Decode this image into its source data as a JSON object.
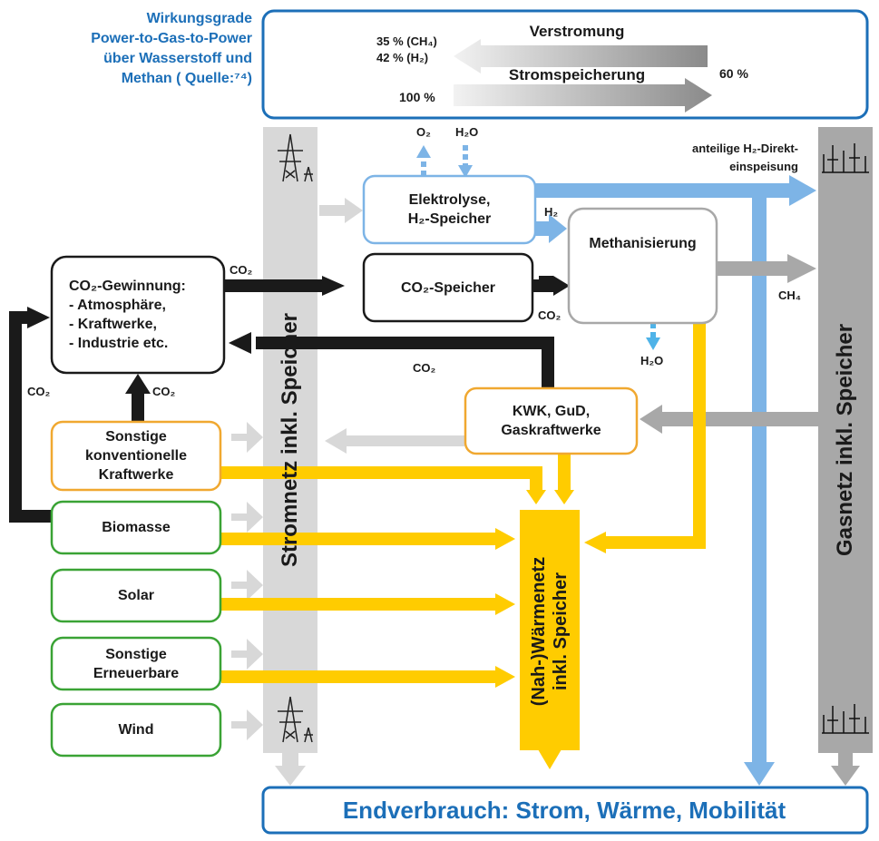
{
  "title": {
    "lines": [
      "Wirkungsgrade",
      "Power-to-Gas-to-Power",
      "über Wasserstoff und",
      "Methan ( Quelle:⁷⁴)"
    ]
  },
  "efficiency": {
    "verstromung": "Verstromung",
    "stromspeicherung": "Stromspeicherung",
    "ch4_pct": "35 % (CH₄)",
    "h2_pct": "42 % (H₂)",
    "pct_60": "60 %",
    "pct_100": "100 %"
  },
  "nodes": {
    "elektrolyse": [
      "Elektrolyse,",
      "H₂-Speicher"
    ],
    "co2_speicher": "CO₂-Speicher",
    "methanisierung": "Methanisierung",
    "co2_gewinnung": [
      "CO₂-Gewinnung:",
      "- Atmosphäre,",
      "- Kraftwerke,",
      "- Industrie etc."
    ],
    "kwk": [
      "KWK, GuD,",
      "Gaskraftwerke"
    ],
    "sonstige_konv": [
      "Sonstige",
      "konventionelle",
      "Kraftwerke"
    ],
    "biomasse": "Biomasse",
    "solar": "Solar",
    "sonstige_ern": [
      "Sonstige",
      "Erneuerbare"
    ],
    "wind": "Wind"
  },
  "columns": {
    "stromnetz": "Stromnetz inkl. Speicher",
    "gasnetz": "Gasnetz inkl. Speicher",
    "waermenetz": [
      "(Nah-)Wärmenetz",
      "inkl. Speicher"
    ]
  },
  "labels": {
    "o2": "O₂",
    "h2o_top": "H₂O",
    "h2o_bottom": "H₂O",
    "h2": "H₂",
    "ch4": "CH₄",
    "co2_a": "CO₂",
    "co2_b": "CO₂",
    "co2_c": "CO₂",
    "co2_d": "CO₂",
    "co2_e": "CO₂",
    "h2_direkt_1": "anteilige H₂-Direkt-",
    "h2_direkt_2": "einspeisung"
  },
  "endverbrauch": "Endverbrauch: Strom, Wärme, Mobilität",
  "colors": {
    "blue": "#1c6fb8",
    "light_blue": "#7db4e6",
    "yellow": "#ffcc00",
    "gray_light": "#d8d8d8",
    "gray_mid": "#a8a8a8",
    "gray_dark": "#999999",
    "black": "#1a1a1a",
    "orange": "#f0a830",
    "green": "#3aa335"
  }
}
